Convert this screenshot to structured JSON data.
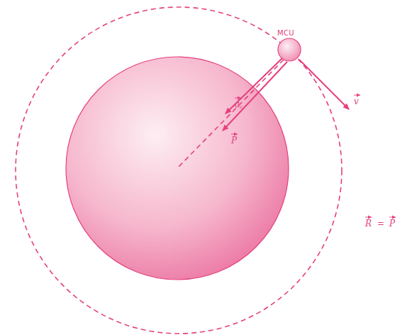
{
  "diagram": {
    "labels": [
      "MCU",
      "a",
      "c",
      "P",
      "v",
      "R",
      "=",
      "P"
    ]
  }
}
